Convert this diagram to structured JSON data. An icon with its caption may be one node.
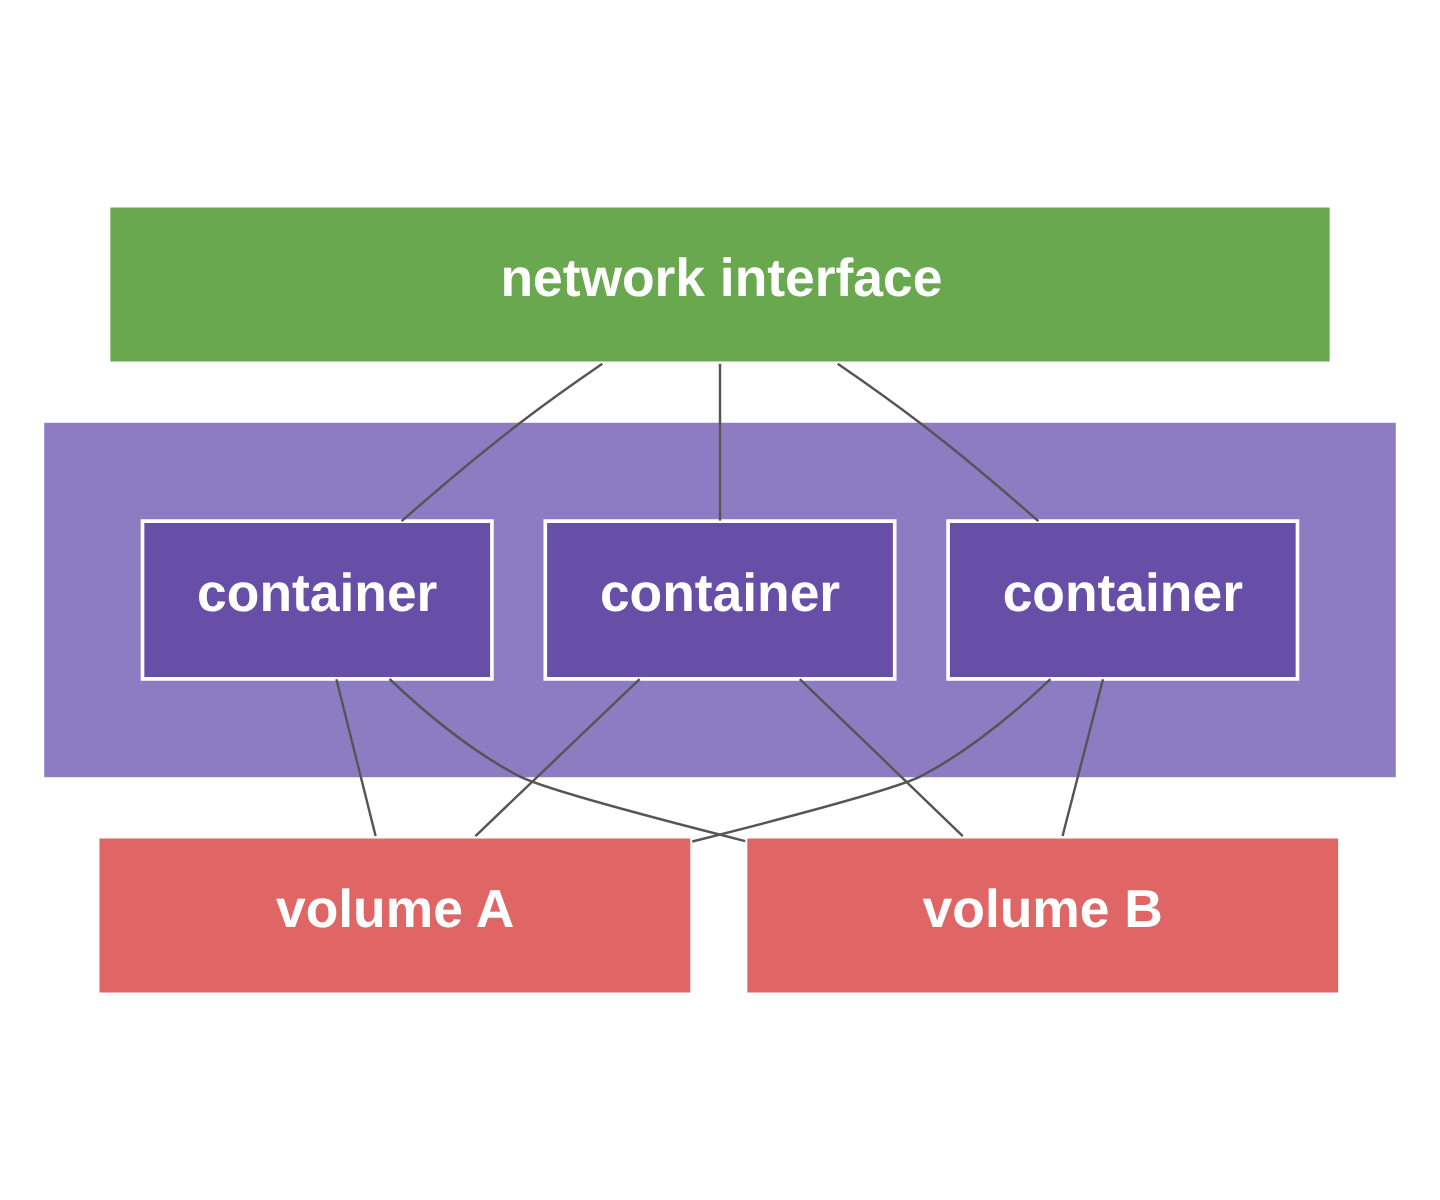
{
  "diagram": {
    "nodes": [
      {
        "text": [
          "network interface"
        ]
      },
      {
        "text": [],
        "shape": "box"
      },
      {
        "text": [
          "container"
        ],
        "in": 1
      },
      {
        "text": [
          "container"
        ],
        "in": 1
      },
      {
        "text": [
          "container"
        ],
        "in": 1
      },
      {
        "text": [
          "volume A"
        ]
      },
      {
        "text": [
          "volume B"
        ]
      }
    ],
    "edges": [
      {
        "from": 0,
        "to": 2,
        "arrow": "none"
      },
      {
        "from": 0,
        "to": 3,
        "arrow": "none"
      },
      {
        "from": 0,
        "to": 4,
        "arrow": "none"
      },
      {
        "from": 2,
        "to": 5,
        "arrow": "none"
      },
      {
        "from": 2,
        "to": 6,
        "arrow": "none"
      },
      {
        "from": 3,
        "to": 5,
        "arrow": "none"
      },
      {
        "from": 3,
        "to": 6,
        "arrow": "none"
      },
      {
        "from": 4,
        "to": 5,
        "arrow": "none"
      },
      {
        "from": 4,
        "to": 6,
        "arrow": "none"
      }
    ]
  }
}
